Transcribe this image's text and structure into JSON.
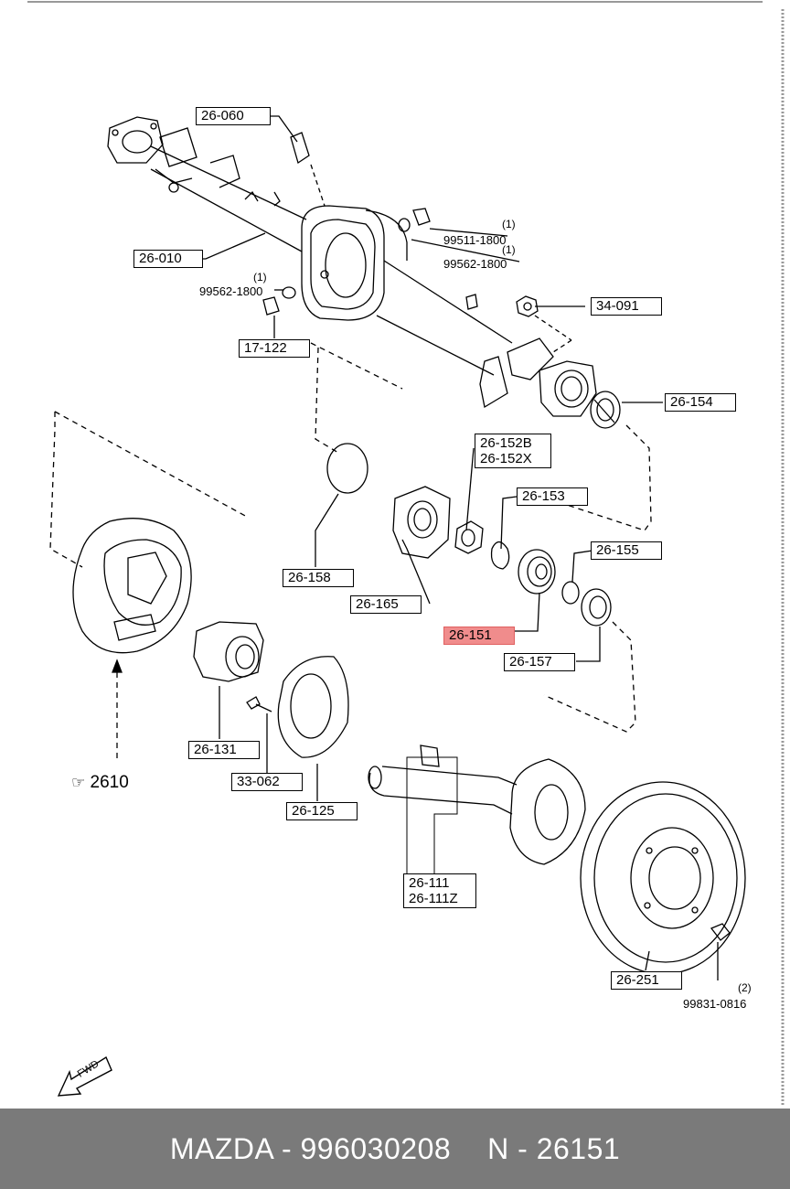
{
  "diagram": {
    "callouts": {
      "c26060": "26-060",
      "c26010": "26-010",
      "c17122": "17-122",
      "c34091": "34-091",
      "c26154": "26-154",
      "c26152": [
        "26-152B",
        "26-152X"
      ],
      "c26153": "26-153",
      "c26155": "26-155",
      "c26158": "26-158",
      "c26165": "26-165",
      "c26151": "26-151",
      "c26157": "26-157",
      "c26131": "26-131",
      "c33062": "33-062",
      "c26125": "26-125",
      "c26111": [
        "26-111",
        "26-111Z"
      ],
      "c26251": "26-251"
    },
    "part_numbers": {
      "p99511": {
        "qty": "(1)",
        "number": "99511-1800"
      },
      "p99562a": {
        "qty": "(1)",
        "number": "99562-1800"
      },
      "p99562b": {
        "qty": "(1)",
        "number": "99562-1800"
      },
      "p99831": {
        "qty": "(2)",
        "number": "99831-0816"
      }
    },
    "section_ref": {
      "icon": "pointing-hand-icon",
      "glyph": "☞",
      "label": "2610"
    },
    "direction": {
      "icon": "fwd-arrow-icon",
      "label": "FWD"
    },
    "highlight_color": "#f08c8c"
  },
  "footer": {
    "brand": "MAZDA - 996030208",
    "part": "N - 26151",
    "background": "#7a7a7a"
  }
}
